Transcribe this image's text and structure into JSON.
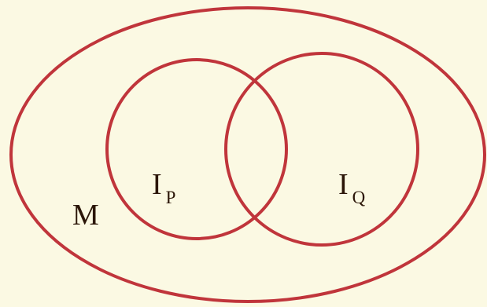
{
  "colors": {
    "background": "#fbf9e3",
    "stroke": "#c0353b",
    "text": "#2b1608"
  },
  "diagram": {
    "outer_label": "M",
    "sets": [
      {
        "main": "I",
        "sub": "P"
      },
      {
        "main": "I",
        "sub": "Q"
      }
    ]
  }
}
